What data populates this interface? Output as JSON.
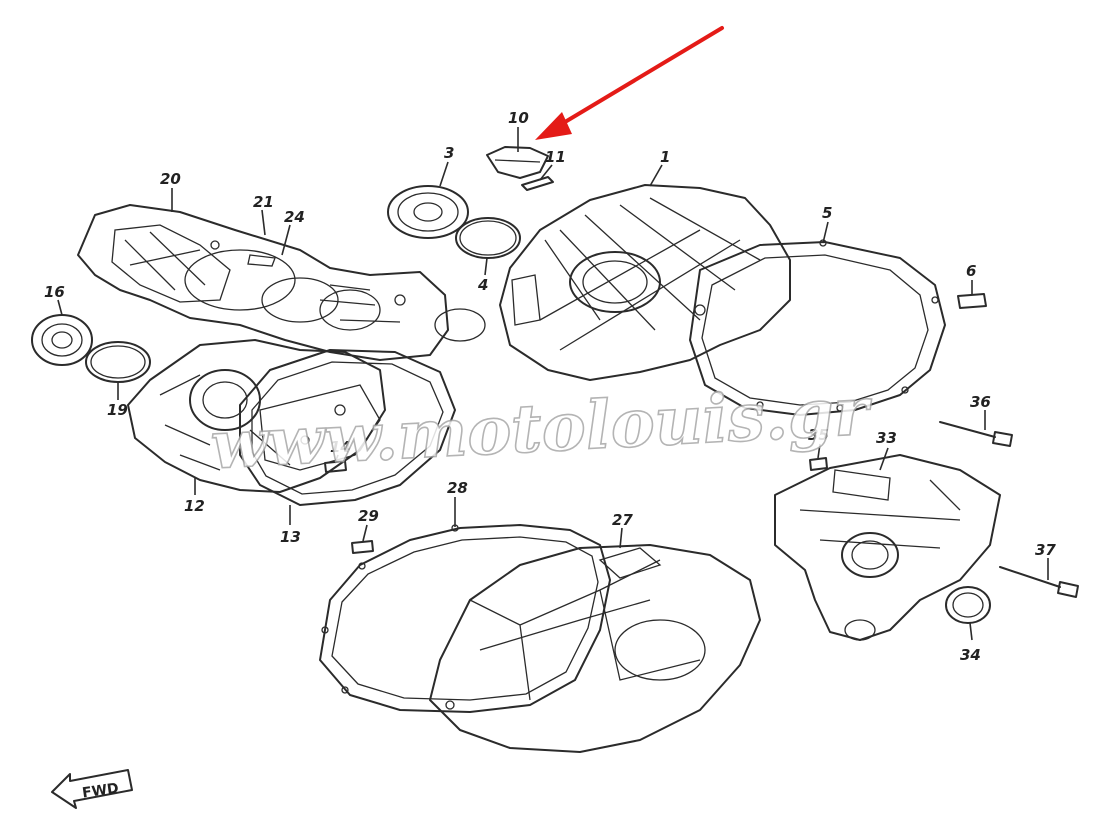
{
  "diagram": {
    "callouts": [
      "1",
      "3",
      "4",
      "5",
      "6",
      "10",
      "11",
      "12",
      "13",
      "14",
      "16",
      "19",
      "20",
      "21",
      "24",
      "27",
      "28",
      "29",
      "33",
      "34",
      "35",
      "36",
      "37"
    ],
    "watermark": "www.motolouis.gr",
    "direction_marker": "FWD",
    "pointer_arrow_color": "#e41b17",
    "line_color": "#2b2b2b"
  }
}
